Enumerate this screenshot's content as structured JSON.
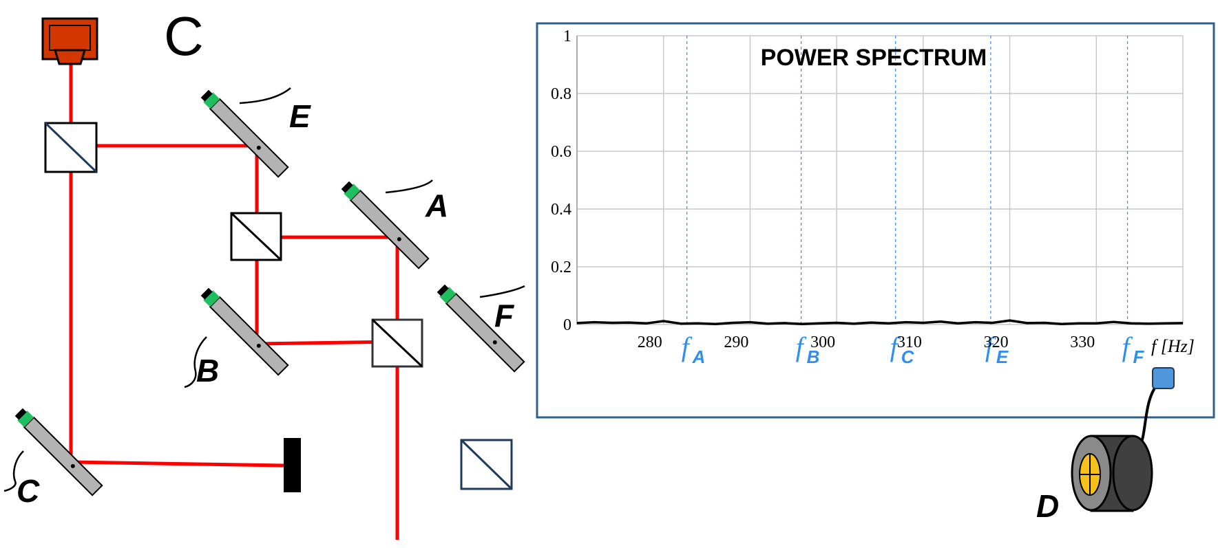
{
  "diagram": {
    "heading": "C",
    "labels": {
      "A": "A",
      "B": "B",
      "C": "C",
      "D": "D",
      "E": "E",
      "F": "F"
    }
  },
  "colors": {
    "beam": "#ff0000",
    "laser": "#d23700",
    "mirror": "#b3b3b3",
    "piezo": "#1fbf5f",
    "splitter_dark": "#1f3a5a",
    "freq_label": "#2f8ff0",
    "panel_border": "#2f5f8f",
    "detector_window": "#f6c21a",
    "connector": "#4f97dd"
  },
  "chart_data": {
    "type": "line",
    "title": "POWER SPECTRUM",
    "xlabel": "f [Hz]",
    "ylabel": "",
    "xlim": [
      270,
      340
    ],
    "ylim": [
      0,
      1
    ],
    "yticks": [
      "0",
      "0.2",
      "0.4",
      "0.6",
      "0.8",
      "1"
    ],
    "xticks": [
      "280",
      "290",
      "300",
      "310",
      "320",
      "330"
    ],
    "grid": true,
    "series": [
      {
        "x": [
          270,
          272,
          274,
          276,
          278,
          280,
          282,
          284,
          286,
          288,
          290,
          292,
          294,
          296,
          298,
          300,
          302,
          304,
          306,
          308,
          310,
          312,
          314,
          316,
          318,
          320,
          322,
          324,
          326,
          328,
          330,
          332,
          334,
          336,
          338,
          340
        ],
        "values": [
          0.005,
          0.008,
          0.006,
          0.007,
          0.004,
          0.012,
          0.003,
          0.004,
          0.002,
          0.006,
          0.008,
          0.003,
          0.005,
          0.002,
          0.004,
          0.006,
          0.003,
          0.007,
          0.004,
          0.008,
          0.006,
          0.01,
          0.004,
          0.008,
          0.006,
          0.014,
          0.005,
          0.006,
          0.002,
          0.004,
          0.004,
          0.009,
          0.004,
          0.003,
          0.004,
          0.005
        ]
      }
    ],
    "markers": [
      {
        "sub": "A",
        "value": 282.7
      },
      {
        "sub": "B",
        "value": 295.9
      },
      {
        "sub": "C",
        "value": 306.8
      },
      {
        "sub": "E",
        "value": 317.8
      },
      {
        "sub": "F",
        "value": 333.6
      }
    ],
    "marker_symbol": "f"
  }
}
